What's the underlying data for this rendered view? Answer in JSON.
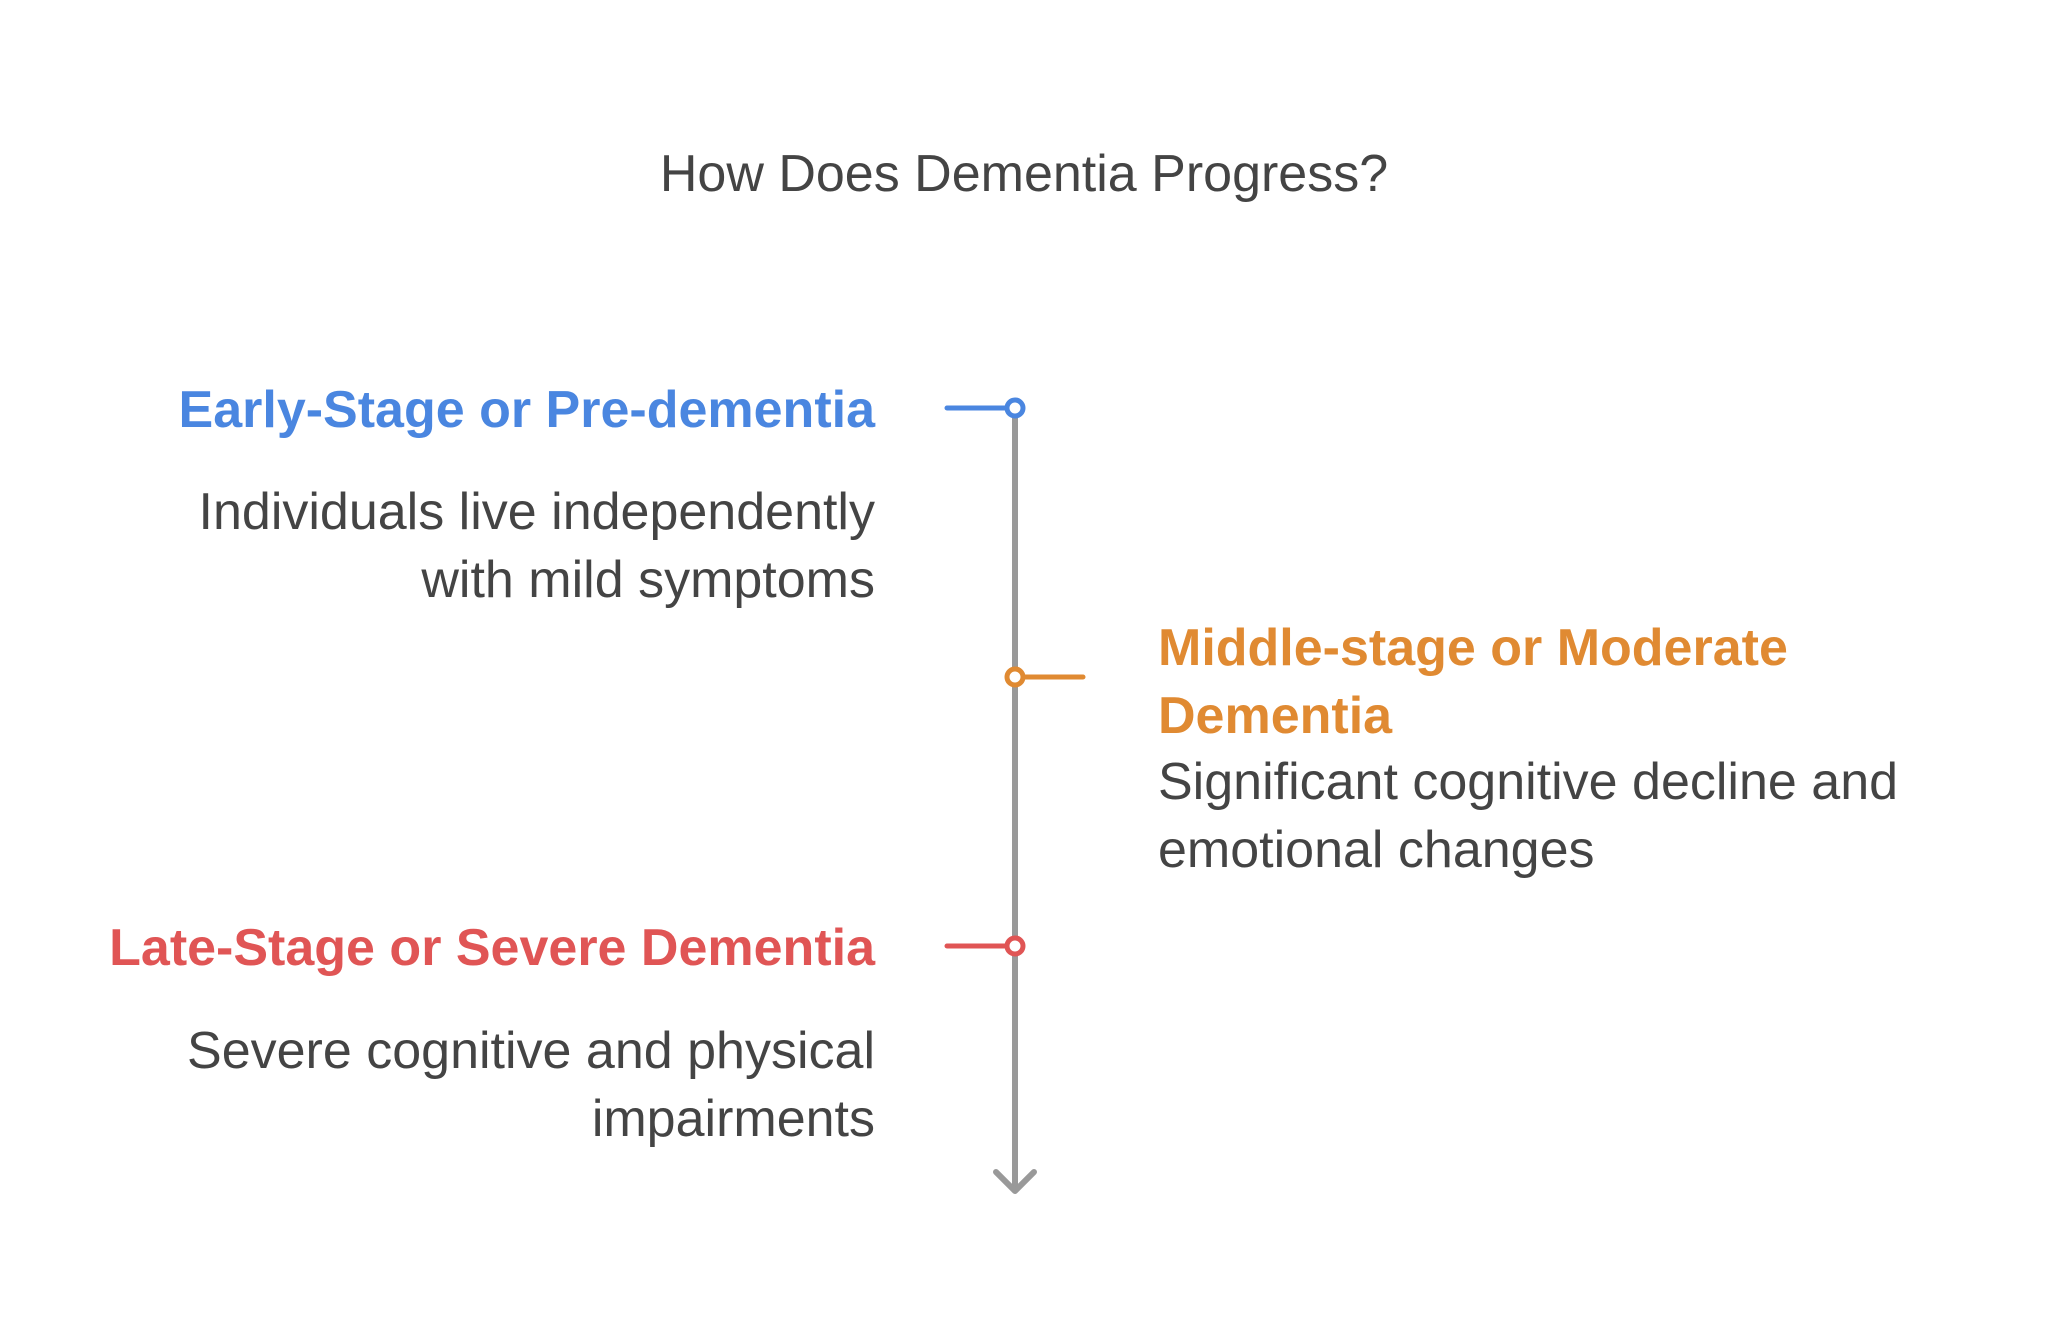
{
  "title": "How Does Dementia Progress?",
  "stages": [
    {
      "title": "Early-Stage or Pre-dementia",
      "description_lines": [
        "Individuals live independently",
        "with mild symptoms"
      ],
      "color": "#4A86E0",
      "side": "left"
    },
    {
      "title_lines": [
        "Middle-stage or Moderate",
        "Dementia"
      ],
      "description_lines": [
        "Significant cognitive decline and",
        "emotional changes"
      ],
      "color": "#E08A32",
      "side": "right"
    },
    {
      "title": "Late-Stage or Severe Dementia",
      "description_lines": [
        "Severe cognitive and physical",
        "impairments"
      ],
      "color": "#E05555",
      "side": "left"
    }
  ],
  "colors": {
    "axis": "#999999",
    "text": "#444444"
  },
  "icons": {
    "axis_end": "arrow-down-icon"
  }
}
